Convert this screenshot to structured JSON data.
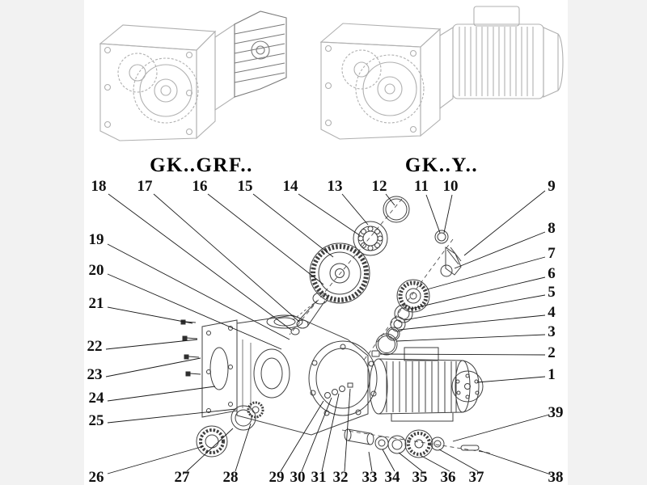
{
  "titles": {
    "left": "GK..GRF..",
    "right": "GK..Y.."
  },
  "parts": {
    "p1": "1",
    "p2": "2",
    "p3": "3",
    "p4": "4",
    "p5": "5",
    "p6": "6",
    "p7": "7",
    "p8": "8",
    "p9": "9",
    "p10": "10",
    "p11": "11",
    "p12": "12",
    "p13": "13",
    "p14": "14",
    "p15": "15",
    "p16": "16",
    "p17": "17",
    "p18": "18",
    "p19": "19",
    "p20": "20",
    "p21": "21",
    "p22": "22",
    "p23": "23",
    "p24": "24",
    "p25": "25",
    "p26": "26",
    "p27": "27",
    "p28": "28",
    "p29": "29",
    "p30": "30",
    "p31": "31",
    "p32": "32",
    "p33": "33",
    "p34": "34",
    "p35": "35",
    "p36": "36",
    "p37": "37",
    "p38": "38",
    "p39": "39"
  },
  "colors": {
    "background": "#ffffff",
    "margin_gray": "#f2f2f2",
    "drawing_line_dark": "#3f3f3f",
    "drawing_line_light": "#b0b0b0",
    "text": "#101010"
  }
}
